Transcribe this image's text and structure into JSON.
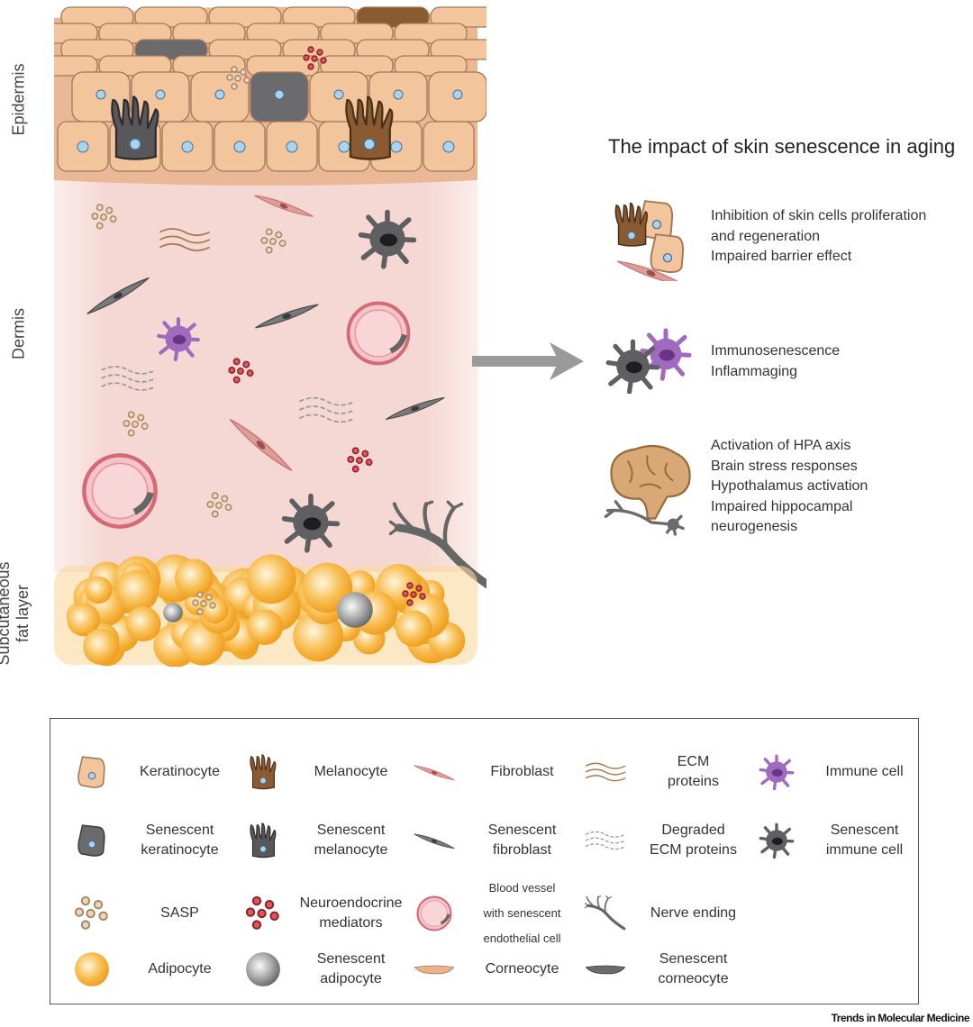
{
  "layers": {
    "epidermis": "Epidermis",
    "dermis": "Dermis",
    "fat_line1": "Subcutaneous",
    "fat_line2": "fat layer"
  },
  "impact": {
    "title": "The impact of skin senescence in aging",
    "groups": [
      {
        "icon": "skin-cells-icon",
        "lines": [
          "Inhibition of skin cells proliferation",
          "and regeneration",
          "Impaired barrier effect"
        ]
      },
      {
        "icon": "immune-cells-icon",
        "lines": [
          "Immunosenescence",
          "Inflammaging"
        ]
      },
      {
        "icon": "brain-neuron-icon",
        "lines": [
          "Activation of HPA axis",
          "Brain stress responses",
          "Hypothalamus activation",
          "Impaired hippocampal",
          "neurogenesis"
        ]
      }
    ]
  },
  "legend": {
    "items": [
      {
        "icon": "keratinocyte-icon",
        "lines": [
          "Keratinocyte"
        ]
      },
      {
        "icon": "melanocyte-icon",
        "lines": [
          "Melanocyte"
        ]
      },
      {
        "icon": "fibroblast-icon",
        "lines": [
          "Fibroblast"
        ]
      },
      {
        "icon": "ecm-proteins-icon",
        "lines": [
          "ECM",
          "proteins"
        ]
      },
      {
        "icon": "immune-cell-icon",
        "lines": [
          "Immune cell"
        ]
      },
      {
        "icon": "senescent-keratinocyte-icon",
        "lines": [
          "Senescent",
          "keratinocyte"
        ]
      },
      {
        "icon": "senescent-melanocyte-icon",
        "lines": [
          "Senescent",
          "melanocyte"
        ]
      },
      {
        "icon": "senescent-fibroblast-icon",
        "lines": [
          "Senescent",
          "fibroblast"
        ]
      },
      {
        "icon": "degraded-ecm-icon",
        "lines": [
          "Degraded",
          "ECM proteins"
        ]
      },
      {
        "icon": "senescent-immune-cell-icon",
        "lines": [
          "Senescent",
          "immune cell"
        ]
      },
      {
        "icon": "sasp-icon",
        "lines": [
          "SASP"
        ]
      },
      {
        "icon": "neuroendocrine-icon",
        "lines": [
          "Neuroendocrine",
          "mediators"
        ]
      },
      {
        "icon": "blood-vessel-icon",
        "lines": [
          "Blood vessel",
          "with senescent",
          "endothelial cell"
        ]
      },
      {
        "icon": "nerve-ending-icon",
        "lines": [
          "Nerve ending"
        ]
      },
      {
        "icon": "adipocyte-icon",
        "lines": [
          "Adipocyte"
        ]
      },
      {
        "icon": "senescent-adipocyte-icon",
        "lines": [
          "Senescent",
          "adipocyte"
        ]
      },
      {
        "icon": "corneocyte-icon",
        "lines": [
          "Corneocyte"
        ]
      },
      {
        "icon": "senescent-corneocyte-icon",
        "lines": [
          "Senescent",
          "corneocyte"
        ]
      }
    ]
  },
  "credit": "Trends in Molecular Medicine",
  "colors": {
    "keratinocyte": "#f2c59c",
    "melanocyte": "#8a5a32",
    "senescent": "#6b6b6e",
    "immune": "#a06bbf",
    "dermis": "#f6dcd8",
    "adipocyte": "#f5a623",
    "neuroendocrine": "#b8333a",
    "sasp": "#b99a78",
    "arrow": "#9a9a9a"
  }
}
